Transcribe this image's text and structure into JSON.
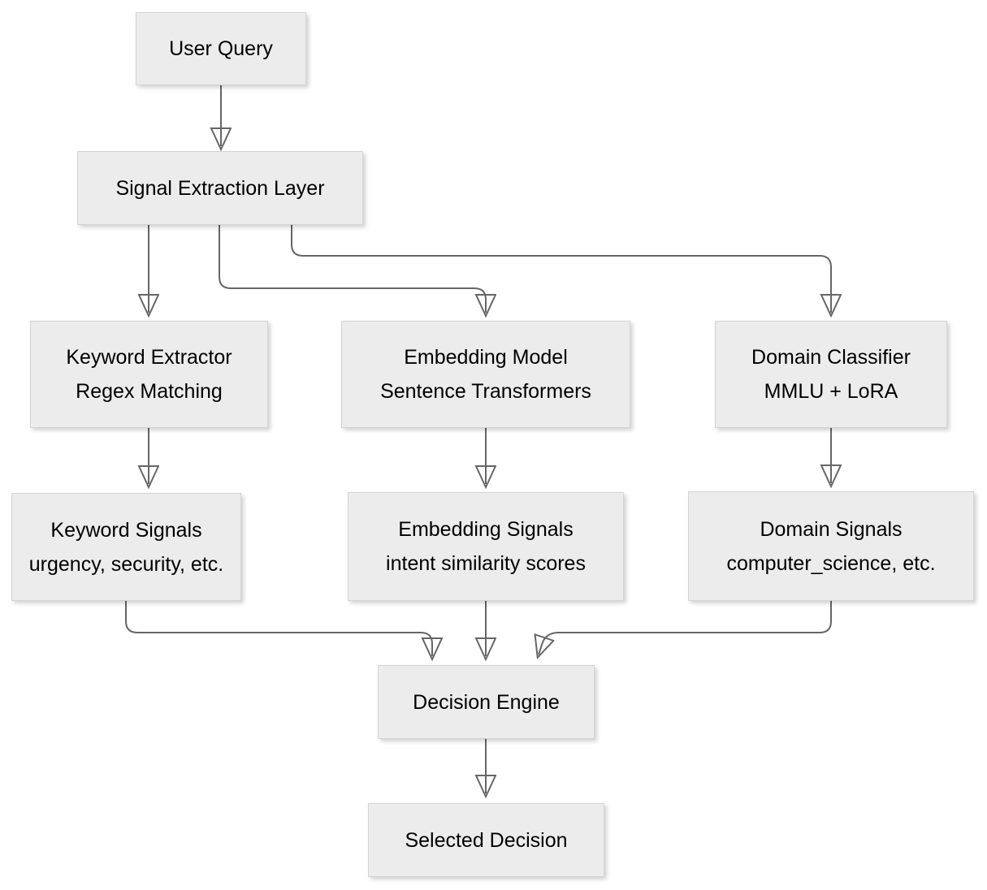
{
  "colors": {
    "background": "#ffffff",
    "box_fill": "#ececec",
    "box_border": "#d4d4d4",
    "connector": "#666666",
    "text": "#000000"
  },
  "nodes": {
    "user_query": {
      "title": "User Query"
    },
    "signal_extraction": {
      "title": "Signal Extraction Layer"
    },
    "keyword_extractor": {
      "title": "Keyword Extractor",
      "subtitle": "Regex Matching"
    },
    "embedding_model": {
      "title": "Embedding Model",
      "subtitle": "Sentence Transformers"
    },
    "domain_classifier": {
      "title": "Domain Classifier",
      "subtitle": "MMLU + LoRA"
    },
    "keyword_signals": {
      "title": "Keyword Signals",
      "subtitle": "urgency, security, etc."
    },
    "embedding_signals": {
      "title": "Embedding Signals",
      "subtitle": "intent similarity scores"
    },
    "domain_signals": {
      "title": "Domain Signals",
      "subtitle": "computer_science, etc."
    },
    "decision_engine": {
      "title": "Decision Engine"
    },
    "selected_decision": {
      "title": "Selected Decision"
    }
  }
}
